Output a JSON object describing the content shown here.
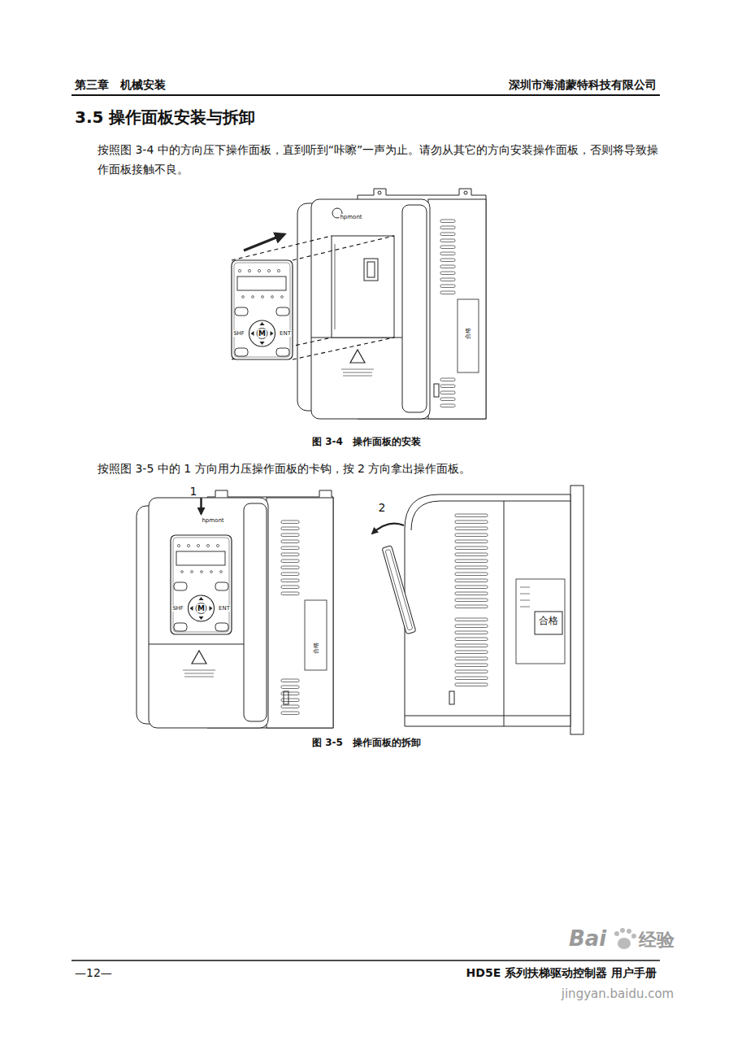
{
  "diagram": {
    "title": "3.5 操作面板安装与拆卸",
    "labels": [
      "第三章　机械安装",
      "深圳市海浦蒙特科技有限公司",
      "按照图 3-4 中的方向压下操作面板，直到听到“咔嚓”一声为止。请勿从其它的方向安装操作面板，否则将导致操作面板接触不良。",
      "图 3-4　操作面板的安装",
      "按照图 3-5 中的 1 方向用力压操作面板的卡钩，按 2 方向拿出操作面板。",
      "1",
      "2",
      "图 3-5　操作面板的拆卸",
      "—12—",
      "HD5E 系列扶梯驱动控制器 用户手册",
      "hpmont",
      "SHF",
      "M",
      "ENT",
      "合格",
      "hpmont",
      "SHF",
      "M",
      "ENT",
      "合格",
      "合格",
      "Bai",
      "经验",
      "jingyan.baidu.com"
    ]
  }
}
